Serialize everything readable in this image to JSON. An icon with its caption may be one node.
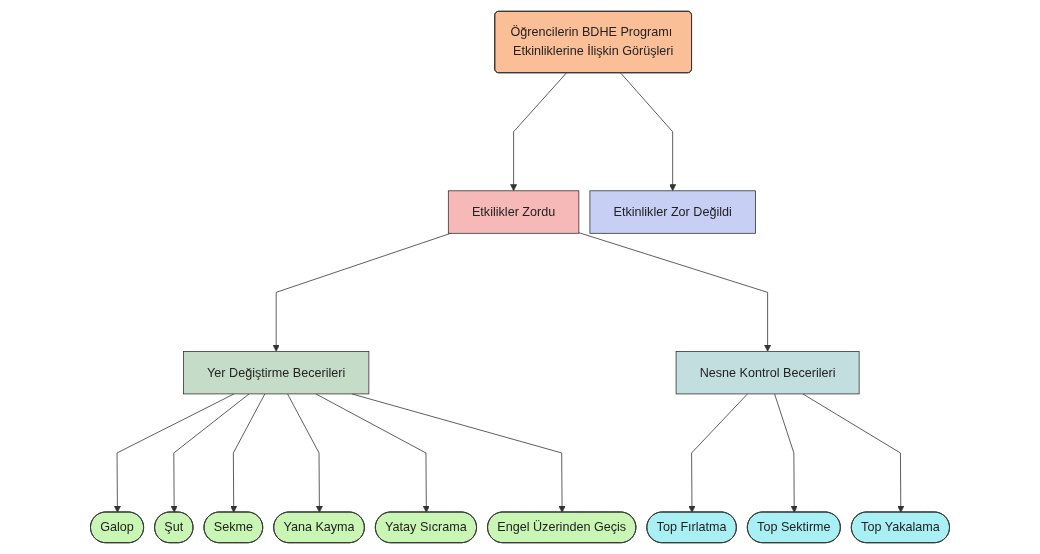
{
  "diagram": {
    "nodes": [
      {
        "text": [
          "Öğrencilerin BDHE Programı Etkinliklerine İlişkin Görüşleri"
        ]
      },
      {
        "text": [
          "Etkilikler Zordu"
        ]
      },
      {
        "text": [
          "Etkinlikler Zor Değildi"
        ]
      },
      {
        "text": [
          "Yer Değiştirme Becerileri"
        ]
      },
      {
        "text": [
          "Nesne Kontrol Becerileri"
        ]
      },
      {
        "text": [
          "Galop"
        ]
      },
      {
        "text": [
          "Şut"
        ]
      },
      {
        "text": [
          "Sekme"
        ]
      },
      {
        "text": [
          "Yana Kayma"
        ]
      },
      {
        "text": [
          "Yatay Sıcrama"
        ]
      },
      {
        "text": [
          "Engel Üzerinden Geçis"
        ]
      },
      {
        "text": [
          "Top Fırlatma"
        ]
      },
      {
        "text": [
          "Top Sektirme"
        ]
      },
      {
        "text": [
          "Top Yakalama"
        ]
      }
    ],
    "edges": [
      {
        "from": 0,
        "to": 1,
        "arrow": "to"
      },
      {
        "from": 0,
        "to": 2,
        "arrow": "to"
      },
      {
        "from": 1,
        "to": 3,
        "arrow": "to"
      },
      {
        "from": 1,
        "to": 4,
        "arrow": "to"
      },
      {
        "from": 3,
        "to": 5,
        "arrow": "to"
      },
      {
        "from": 3,
        "to": 6,
        "arrow": "to"
      },
      {
        "from": 3,
        "to": 7,
        "arrow": "to"
      },
      {
        "from": 3,
        "to": 8,
        "arrow": "to"
      },
      {
        "from": 3,
        "to": 9,
        "arrow": "to"
      },
      {
        "from": 3,
        "to": 10,
        "arrow": "to"
      },
      {
        "from": 4,
        "to": 11,
        "arrow": "to"
      },
      {
        "from": 4,
        "to": 12,
        "arrow": "to"
      },
      {
        "from": 4,
        "to": 13,
        "arrow": "to"
      }
    ]
  }
}
